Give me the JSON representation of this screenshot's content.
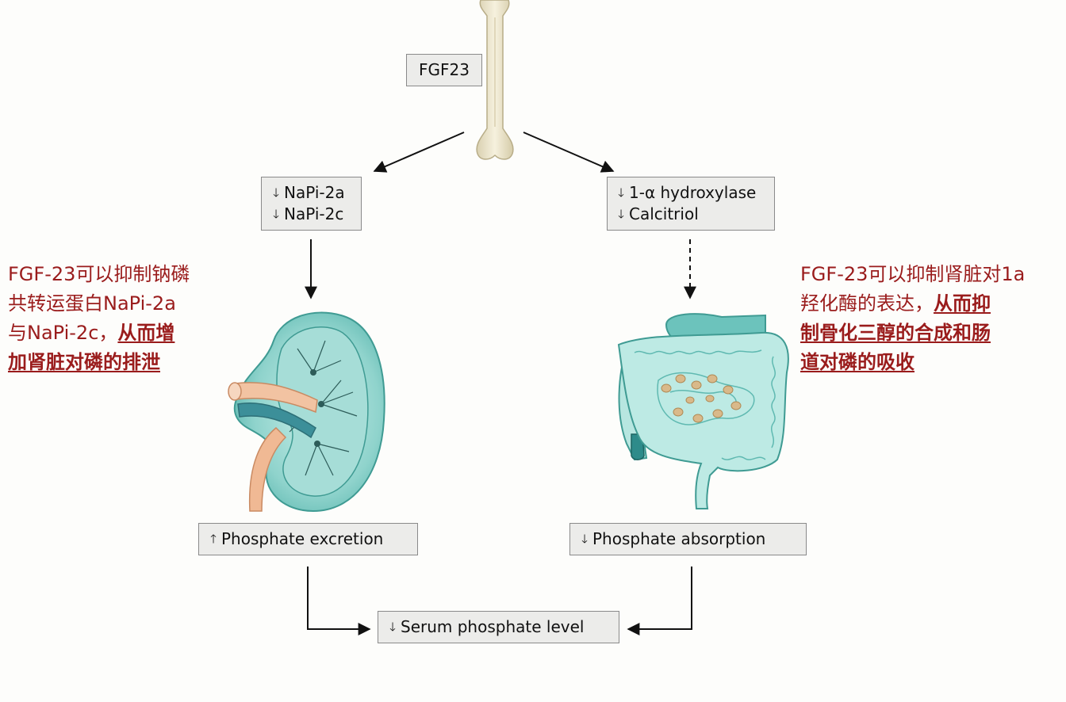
{
  "boxes": {
    "fgf23": "FGF23",
    "napi_2a": "NaPi-2a",
    "napi_2c": "NaPi-2c",
    "hydroxylase": "1-α hydroxylase",
    "calcitriol": "Calcitriol",
    "phosphate_excretion": "Phosphate excretion",
    "phosphate_absorption": "Phosphate absorption",
    "serum_phosphate": "Serum phosphate level"
  },
  "arrow_glyphs": {
    "down": "🡓",
    "up": "🡑"
  },
  "notes": {
    "left": {
      "lines": [
        "FGF-23可以抑制钠磷",
        "共转运蛋白NaPi-2a",
        "与NaPi-2c，"
      ],
      "emphasis": [
        "从而增",
        "加肾脏对磷的排泄"
      ]
    },
    "right": {
      "lines": [
        "FGF-23可以抑制肾脏对1a",
        "羟化酶的表达，"
      ],
      "emphasis": [
        "从而抑",
        "制骨化三醇的合成和肠",
        "道对磷的吸收"
      ]
    }
  },
  "colors": {
    "annotation_red": "#9a1c1c",
    "box_fill": "#ececea",
    "organ_teal": "#8fd3cc",
    "bone": "#efe8cf"
  },
  "icons": [
    "bone-icon",
    "kidney-icon",
    "intestine-icon"
  ]
}
